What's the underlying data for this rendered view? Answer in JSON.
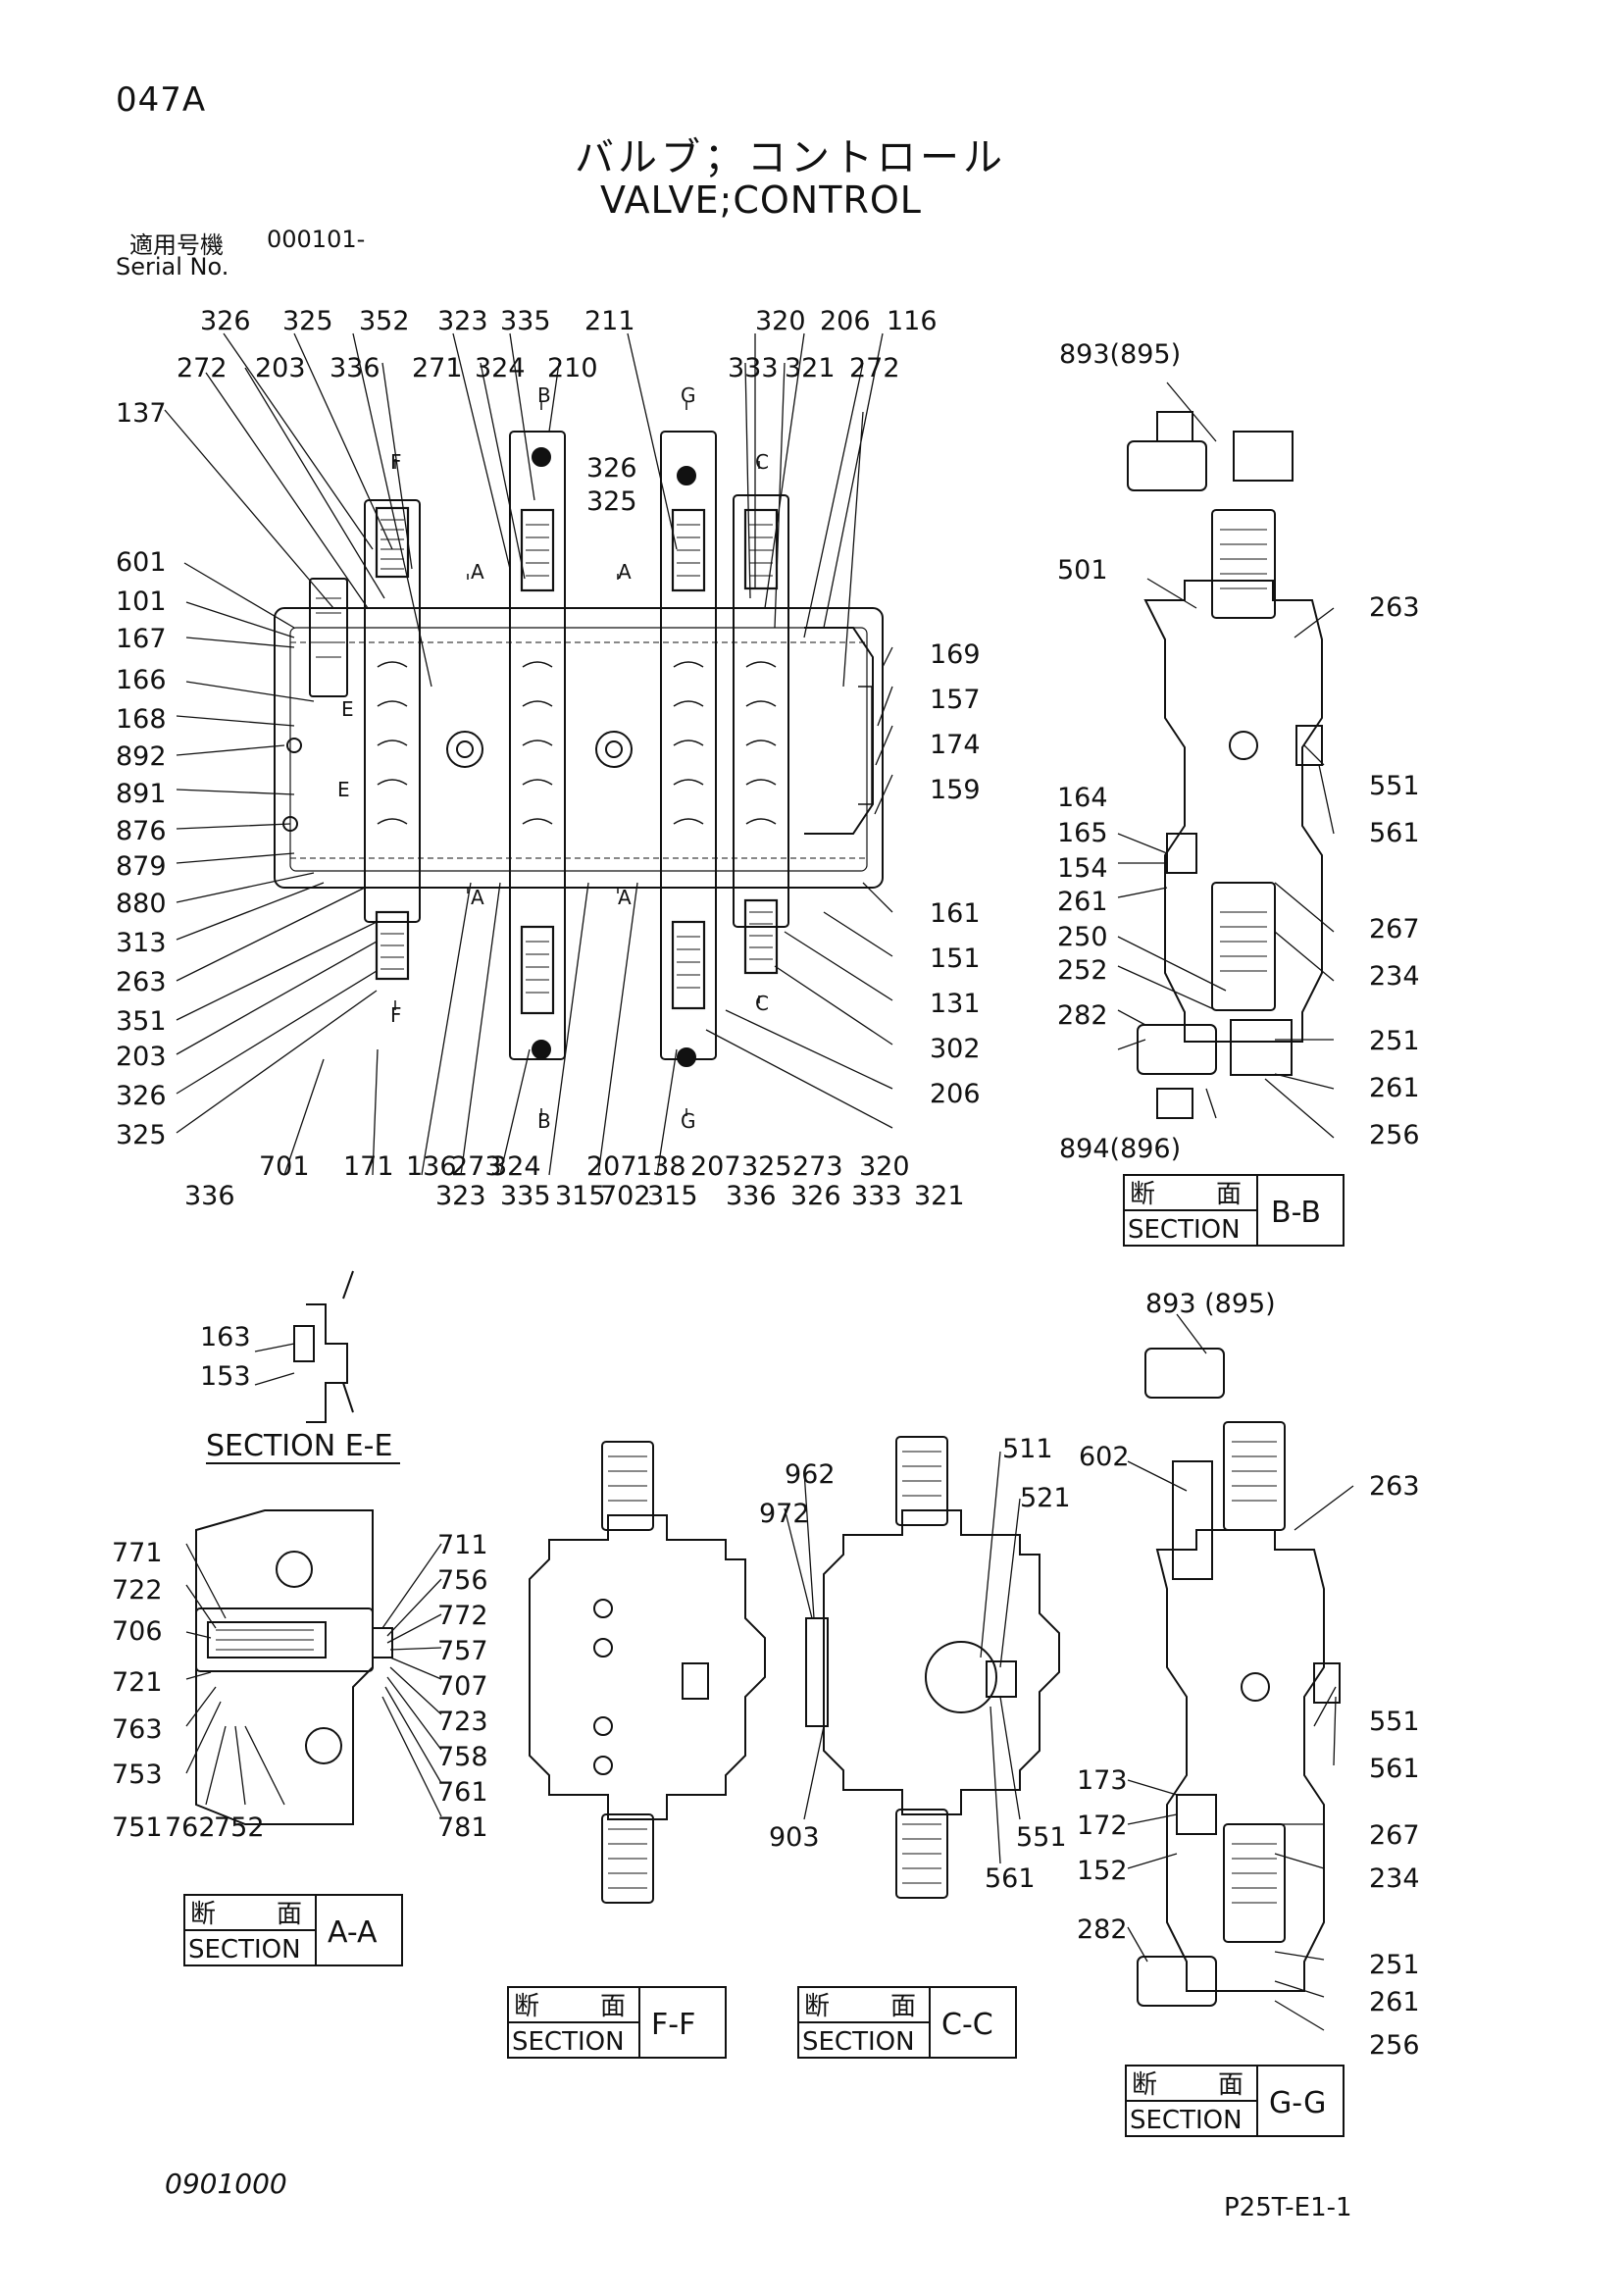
{
  "header": {
    "page_code": "047A",
    "title_jp": "バルブ；コントロール",
    "title_en": "VALVE;CONTROL",
    "serial_label_jp": "適用号機",
    "serial_range": "000101-",
    "serial_label_en": "Serial No."
  },
  "footer": {
    "doc_number": "0901000",
    "page_ref": "P25T-E1-1"
  },
  "section_boxes": {
    "bb": {
      "jp1": "断",
      "jp2": "面",
      "en": "SECTION",
      "name": "B-B"
    },
    "gg": {
      "jp1": "断",
      "jp2": "面",
      "en": "SECTION",
      "name": "G-G"
    },
    "aa": {
      "jp1": "断",
      "jp2": "面",
      "en": "SECTION",
      "name": "A-A"
    },
    "ff": {
      "jp1": "断",
      "jp2": "面",
      "en": "SECTION",
      "name": "F-F"
    },
    "cc": {
      "jp1": "断",
      "jp2": "面",
      "en": "SECTION",
      "name": "C-C"
    },
    "ee": {
      "title": "SECTION E-E"
    }
  },
  "cut_marks": [
    "F",
    "A",
    "B",
    "A",
    "G",
    "C",
    "E",
    "E",
    "F",
    "A",
    "B",
    "A",
    "G",
    "C"
  ],
  "callouts": {
    "main": [
      "326",
      "325",
      "352",
      "323",
      "335",
      "211",
      "320",
      "206",
      "116",
      "272",
      "203",
      "336",
      "271",
      "324",
      "210",
      "333",
      "321",
      "272",
      "137",
      "326",
      "325",
      "601",
      "101",
      "167",
      "166",
      "168",
      "892",
      "891",
      "876",
      "879",
      "880",
      "313",
      "263",
      "351",
      "203",
      "326",
      "325",
      "169",
      "157",
      "174",
      "159",
      "161",
      "151",
      "131",
      "302",
      "206",
      "701",
      "171",
      "136",
      "273",
      "315",
      "324",
      "323",
      "335",
      "207",
      "702",
      "138",
      "315",
      "207",
      "325",
      "336",
      "326",
      "273",
      "333",
      "320",
      "321",
      "336"
    ],
    "bb": [
      "893(895)",
      "501",
      "263",
      "551",
      "164",
      "165",
      "561",
      "154",
      "261",
      "267",
      "250",
      "234",
      "252",
      "282",
      "251",
      "261",
      "894(896)",
      "256"
    ],
    "ee": [
      "163",
      "153"
    ],
    "aa": [
      "771",
      "722",
      "706",
      "721",
      "763",
      "753",
      "751",
      "762",
      "752",
      "711",
      "756",
      "772",
      "757",
      "707",
      "723",
      "758",
      "761",
      "781"
    ],
    "cc": [
      "962",
      "972",
      "511",
      "521",
      "903",
      "551",
      "561"
    ],
    "gg": [
      "893 (895)",
      "602",
      "263",
      "551",
      "561",
      "173",
      "172",
      "267",
      "152",
      "234",
      "282",
      "251",
      "261",
      "256"
    ]
  }
}
